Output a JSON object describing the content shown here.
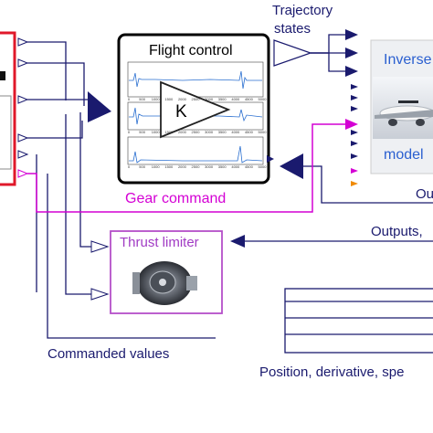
{
  "blocks": {
    "flight_control": {
      "title": "Flight control",
      "gain_label": "K",
      "plot_ticks": [
        "0",
        "500",
        "1000",
        "1500",
        "2000",
        "2500",
        "3000",
        "3500",
        "4000",
        "4500",
        "5000"
      ]
    },
    "thrust_limiter": {
      "title": "Thrust limiter"
    },
    "aircraft": {
      "line1": "Inverse",
      "line2": "model"
    }
  },
  "signals": {
    "trajectory_states": [
      "Trajectory",
      "states"
    ],
    "gear_command": "Gear command",
    "commanded_values": "Commanded values",
    "outputs": "Outputs,",
    "outputs_partial": "Ou",
    "position_derivative": "Position, derivative, spe"
  },
  "colors": {
    "navy": "#1a1a6e",
    "magenta": "#d400d4",
    "red": "#e0182a",
    "thrust_limiter_border": "#b44fc8",
    "orange_port": "#f08a00"
  }
}
